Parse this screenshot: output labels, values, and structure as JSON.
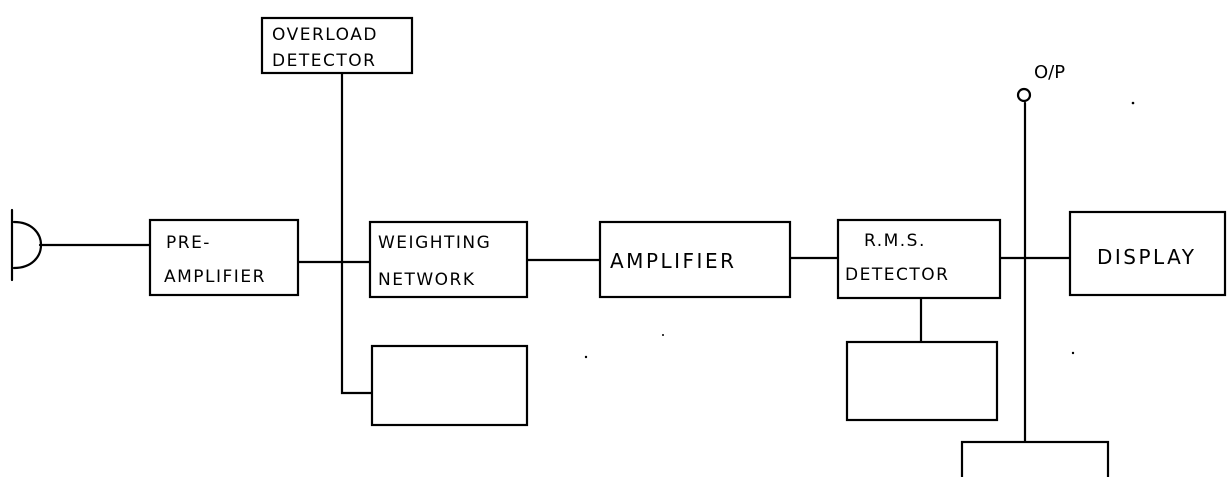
{
  "blocks": {
    "overload_detector": [
      "OVERLOAD",
      "DETECTOR"
    ],
    "pre_amplifier": [
      "PRE-",
      "AMPLIFIER"
    ],
    "weighting_network": [
      "WEIGHTING",
      "NETWORK"
    ],
    "amplifier": "AMPLIFIER",
    "rms_detector": [
      "R.M.S.",
      "DETECTOR"
    ],
    "display": "DISPLAY"
  },
  "output_label": "O/P",
  "colors": {
    "ink": "#000000",
    "paper": "#ffffff"
  }
}
